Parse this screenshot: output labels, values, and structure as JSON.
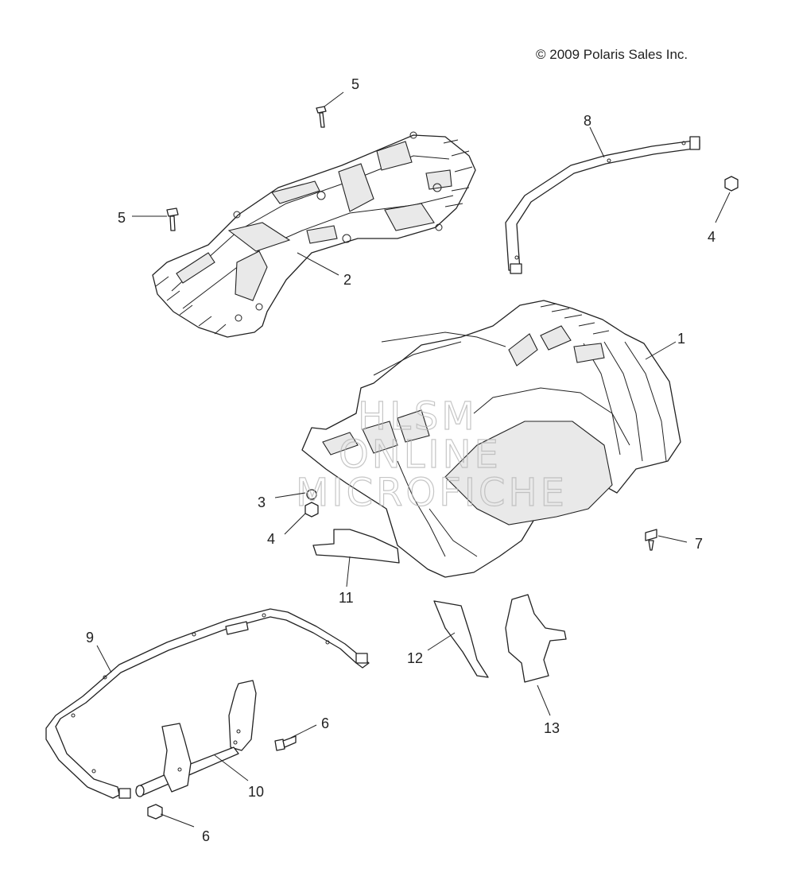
{
  "copyright": "© 2009 Polaris Sales Inc.",
  "watermark": [
    "HLSM",
    "ONLINE",
    "MICROFICHE"
  ],
  "callouts": [
    "5",
    "5",
    "2",
    "8",
    "4",
    "1",
    "3",
    "4",
    "7",
    "11",
    "12",
    "13",
    "9",
    "6",
    "10",
    "6"
  ],
  "colors": {
    "line": "#222222",
    "background": "#ffffff",
    "watermark": "#b8b8b8"
  }
}
